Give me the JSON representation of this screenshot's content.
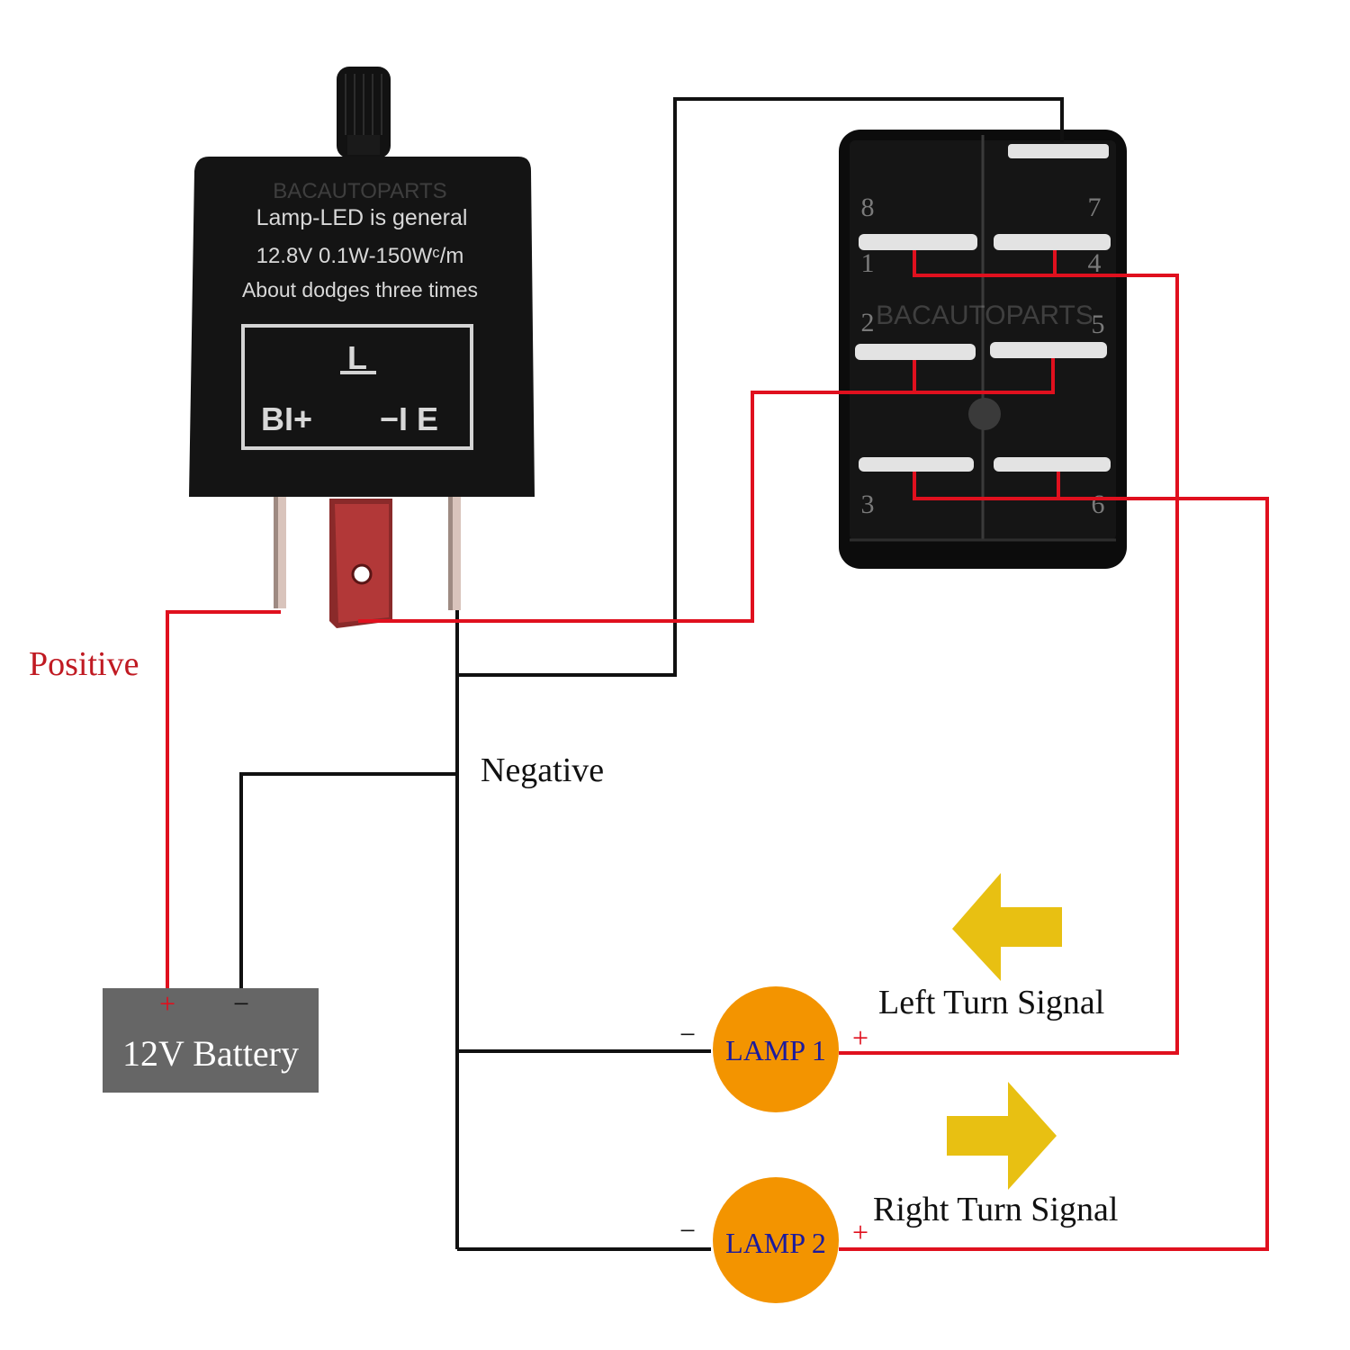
{
  "colors": {
    "wire_positive": "#e0101e",
    "wire_negative": "#111111",
    "label_positive": "#c01a22",
    "lamp_fill": "#f39400",
    "lamp_text": "#1a1a9e",
    "arrow": "#e8c012",
    "battery_fill": "#666666",
    "battery_text": "#ffffff"
  },
  "relay": {
    "watermark": "BACAUTOPARTS",
    "line1": "Lamp-LED is general",
    "line2": "12.8V 0.1W-150Wᶜ/m",
    "line3": "About dodges three times",
    "terminal_l": "L",
    "terminal_b": "BI+",
    "terminal_e": "−I E"
  },
  "switch": {
    "watermark": "BACAUTOPARTS",
    "pins": [
      "1",
      "2",
      "3",
      "4",
      "5",
      "6",
      "7",
      "8"
    ]
  },
  "labels": {
    "positive": "Positive",
    "negative": "Negative",
    "left_turn": "Left Turn Signal",
    "right_turn": "Right Turn Signal"
  },
  "battery": {
    "label": "12V Battery",
    "plus": "+",
    "minus": "−"
  },
  "lamps": [
    {
      "label": "LAMP 1",
      "minus": "−",
      "plus": "+"
    },
    {
      "label": "LAMP 2",
      "minus": "−",
      "plus": "+"
    }
  ],
  "arrows": [
    {
      "icon": "arrow-left-icon"
    },
    {
      "icon": "arrow-right-icon"
    }
  ]
}
